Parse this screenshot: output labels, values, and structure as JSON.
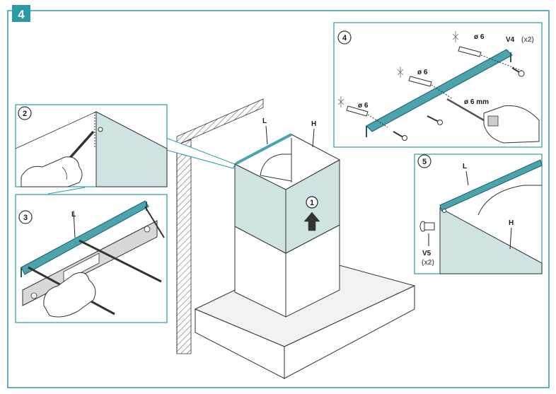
{
  "step_main": "4",
  "panels": {
    "p2": {
      "number": "2"
    },
    "p3": {
      "number": "3",
      "label_L": "L"
    },
    "p4": {
      "number": "4",
      "dia_1": "ø 6",
      "dia_2": "ø 6",
      "dia_3": "ø 6",
      "drill": "ø 6 mm",
      "v4_label": "V4",
      "v4_qty": "(x2)"
    },
    "p5": {
      "number": "5",
      "label_L": "L",
      "label_H": "H",
      "v5_label": "V5",
      "v5_qty": "(x2)"
    }
  },
  "hood": {
    "label_L": "L",
    "label_H": "H",
    "arrow_step": "1"
  },
  "colors": {
    "teal": "#2a9aa6",
    "panel_fill": "#cfe3e3",
    "bracket": "#4aa3ad",
    "line": "#222222"
  }
}
